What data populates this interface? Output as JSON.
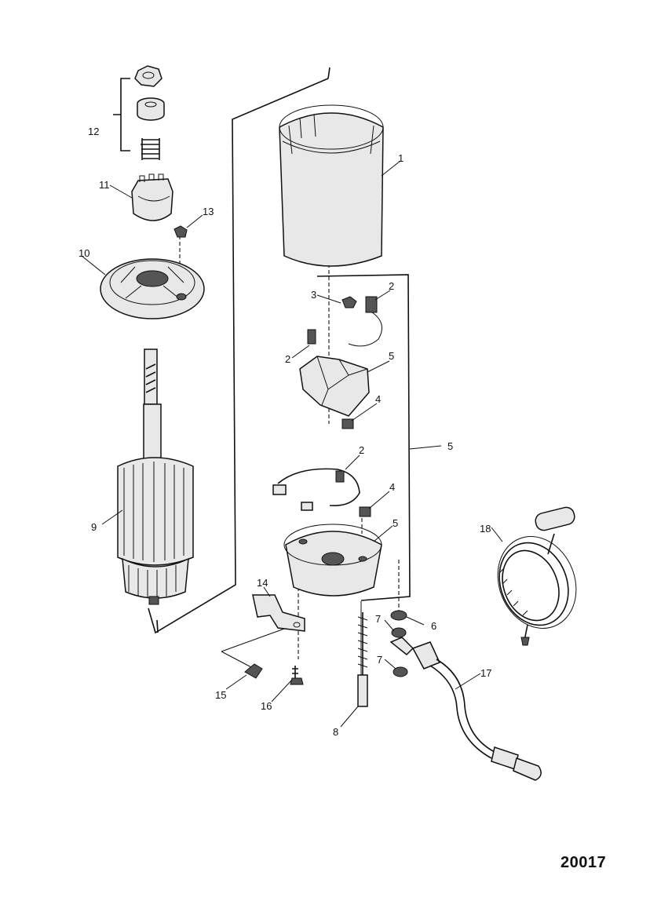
{
  "figure_id": "20017",
  "callouts": [
    {
      "id": "1",
      "text": "1"
    },
    {
      "id": "2a",
      "text": "2"
    },
    {
      "id": "2b",
      "text": "2"
    },
    {
      "id": "2c",
      "text": "2"
    },
    {
      "id": "3",
      "text": "3"
    },
    {
      "id": "4a",
      "text": "4"
    },
    {
      "id": "4b",
      "text": "4"
    },
    {
      "id": "5a",
      "text": "5"
    },
    {
      "id": "5b",
      "text": "5"
    },
    {
      "id": "5c",
      "text": "5"
    },
    {
      "id": "6",
      "text": "6"
    },
    {
      "id": "7a",
      "text": "7"
    },
    {
      "id": "7b",
      "text": "7"
    },
    {
      "id": "8",
      "text": "8"
    },
    {
      "id": "9",
      "text": "9"
    },
    {
      "id": "10",
      "text": "10"
    },
    {
      "id": "11",
      "text": "11"
    },
    {
      "id": "12",
      "text": "12"
    },
    {
      "id": "13",
      "text": "13"
    },
    {
      "id": "14",
      "text": "14"
    },
    {
      "id": "15",
      "text": "15"
    },
    {
      "id": "16",
      "text": "16"
    },
    {
      "id": "17",
      "text": "17"
    },
    {
      "id": "18",
      "text": "18"
    }
  ]
}
